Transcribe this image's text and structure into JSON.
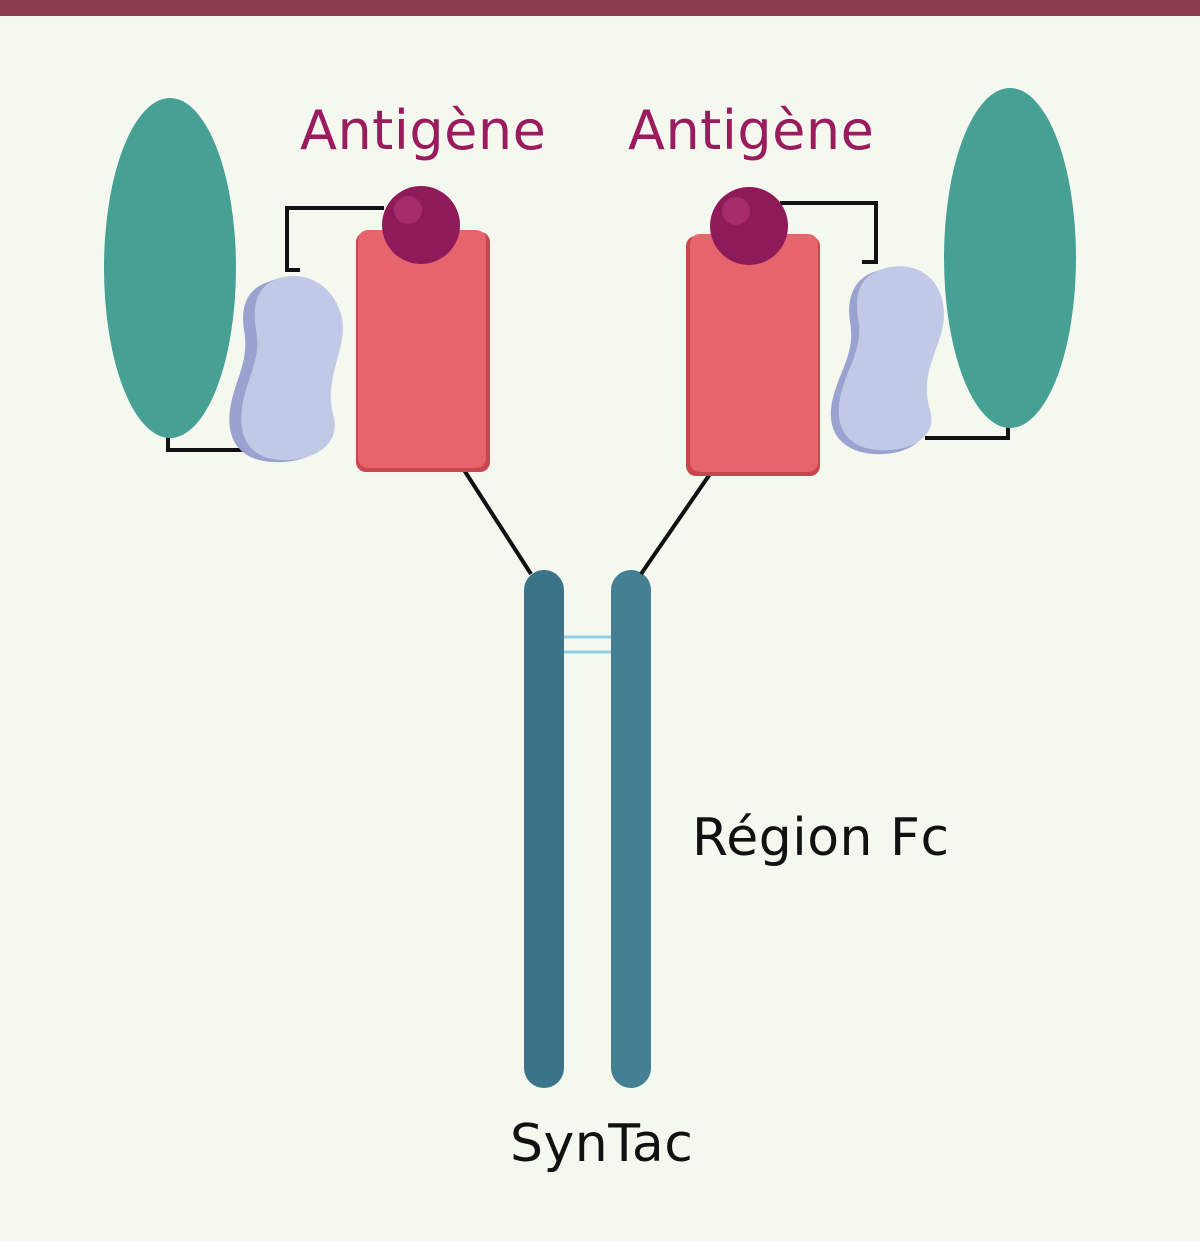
{
  "labels": {
    "antigen_left": "Antigène",
    "antigen_right": "Antigène",
    "fc_region": "Région Fc",
    "molecule_name": "SynTac"
  },
  "colors": {
    "background": "#f4f8ee",
    "top_rule": "#8c3a4d",
    "antigen_text": "#9a1c5e",
    "label_text": "#111111",
    "antigen_sphere": "#8e1a5a",
    "antigen_sphere_highlight": "#c2407f",
    "mhc_red": "#e6646b",
    "mhc_red_shadow": "#c94550",
    "beta2m_lavender": "#c2c9e6",
    "beta2m_shadow": "#9aa2d0",
    "teal_ellipse": "#46a094",
    "fc_chain_dark": "#3b7489",
    "fc_chain_light": "#457f93",
    "hinge_bond": "#8fd0e6",
    "linker": "#111111"
  }
}
